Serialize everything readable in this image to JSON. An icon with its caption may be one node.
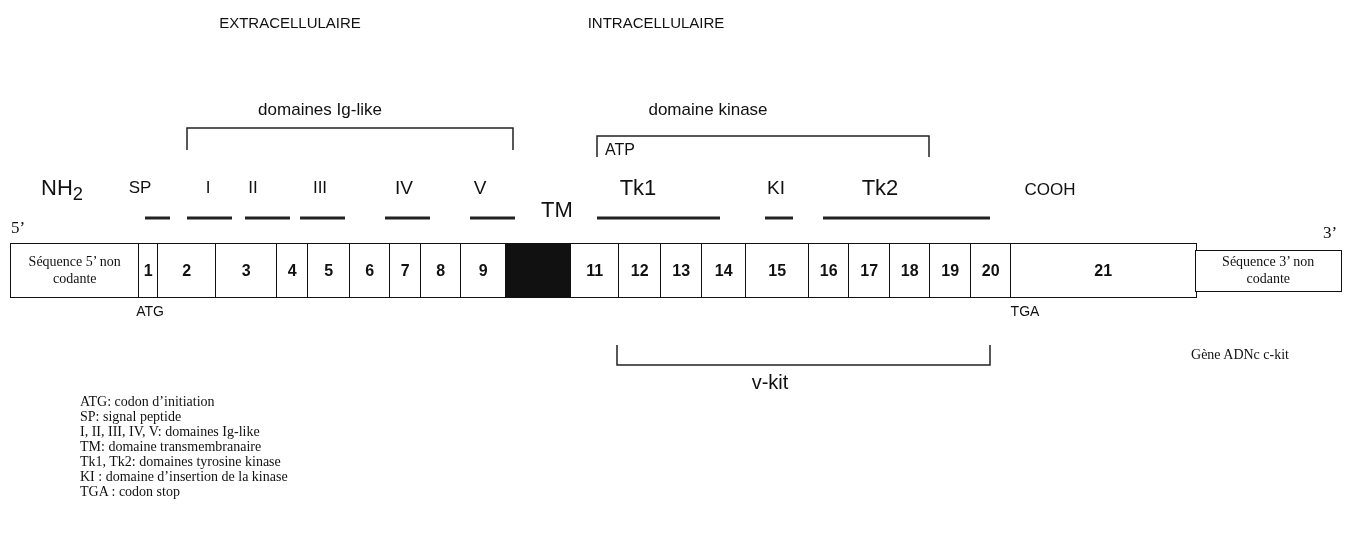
{
  "diagram": {
    "nodes": [
      {
        "text": [
          "Séquence 5’ non codante"
        ]
      },
      {
        "text": [
          "1"
        ]
      },
      {
        "text": [
          "2"
        ]
      },
      {
        "text": [
          "3"
        ]
      },
      {
        "text": [
          "4"
        ]
      },
      {
        "text": [
          "5"
        ]
      },
      {
        "text": [
          "6"
        ]
      },
      {
        "text": [
          "7"
        ]
      },
      {
        "text": [
          "8"
        ]
      },
      {
        "text": [
          "9"
        ]
      },
      {
        "text": [],
        "shape": "box"
      },
      {
        "text": [
          "11"
        ]
      },
      {
        "text": [
          "12"
        ]
      },
      {
        "text": [
          "13"
        ]
      },
      {
        "text": [
          "14"
        ]
      },
      {
        "text": [
          "15"
        ]
      },
      {
        "text": [
          "16"
        ]
      },
      {
        "text": [
          "17"
        ]
      },
      {
        "text": [
          "18"
        ]
      },
      {
        "text": [
          "19"
        ]
      },
      {
        "text": [
          "20"
        ]
      },
      {
        "text": [
          "21"
        ]
      },
      {
        "text": [
          "Séquence 3’ non codante"
        ]
      }
    ],
    "edges": [],
    "labels": [
      "EXTRACELLULAIRE",
      "INTRACELLULAIRE",
      "domaines Ig-like",
      "domaine kinase",
      "ATP",
      "NH$_{2}$",
      "SP",
      "I",
      "II",
      "III",
      "IV",
      "V",
      "Tk1",
      "KI",
      "Tk2",
      "COOH",
      "TM",
      "5’",
      "3’",
      "ATG",
      "TGA",
      "Gène ADNc c-kit",
      "v-kit",
      "ATG: codon d’initiation",
      "SP: signal peptide",
      "I, II, III, IV, V: domaines Ig-like",
      "TM: domaine transmembranaire",
      "Tk1, Tk2: domaines tyrosine kinase",
      "KI : domaine d’insertion de la kinase",
      "TGA : codon stop"
    ]
  }
}
